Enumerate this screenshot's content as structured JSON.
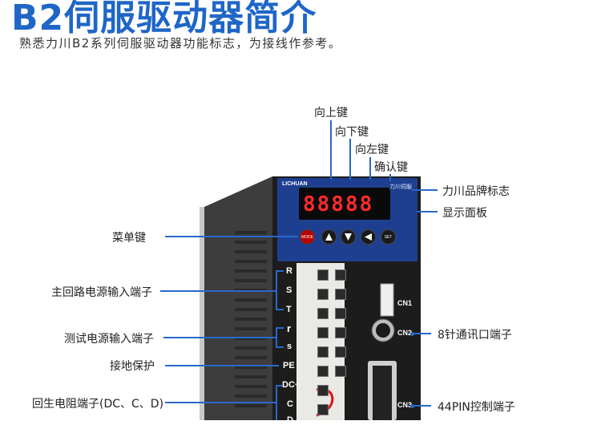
{
  "header": {
    "title": "B2伺服驱动器简介",
    "subtitle": "熟悉力川B2系列伺服驱动器功能标志，为接线作参考。"
  },
  "device": {
    "brand_text": "LICHUAN",
    "panel_tag": "力川伺服",
    "display_value": "88888",
    "keys": {
      "mode": "MODE",
      "set": "SET"
    },
    "terminals": [
      "R",
      "S",
      "T",
      "r",
      "s",
      "PE",
      "DC+",
      "C",
      "D"
    ],
    "ports": [
      "CN1",
      "CN2",
      "CN3"
    ]
  },
  "labels": {
    "up_key": "向上键",
    "down_key": "向下键",
    "left_key": "向左键",
    "confirm_key": "确认键",
    "brand_logo": "力川品牌标志",
    "display_panel": "显示面板",
    "menu_key": "菜单键",
    "main_power": "主回路电源输入端子",
    "test_power": "测试电源输入端子",
    "ground": "接地保护",
    "regen_resistor": "回生电阻端子(DC、C、D)",
    "cn2_port": "8针通讯口端子",
    "cn3_port": "44PIN控制端子"
  },
  "colors": {
    "accent": "#1f66c7",
    "leader_line": "#2a68c9",
    "display_digits": "#ff2a2a",
    "panel_blue": "#1e3f8f"
  }
}
